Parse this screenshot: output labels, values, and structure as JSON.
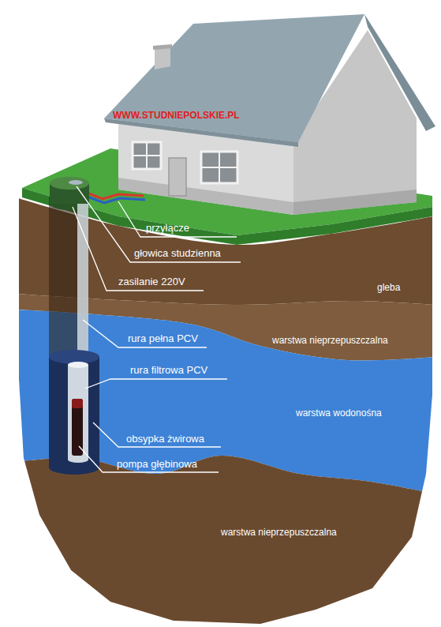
{
  "diagram": {
    "nodes": [
      {
        "text": [
          "gleba"
        ]
      },
      {
        "text": [
          "warstwa nieprzepuszczalna"
        ]
      },
      {
        "text": [
          "warstwa wodonośna"
        ]
      },
      {
        "text": [
          "warstwa nieprzepuszczalna"
        ]
      }
    ],
    "labels": [
      "WWW.STUDNIEPOLSKIE.PL",
      "przyłącze",
      "głowica studzienna",
      "zasilanie 220V",
      "rura pełna PCV",
      "rura filtrowa PCV",
      "obsypka żwirowa",
      "pompa głębinowa"
    ]
  }
}
